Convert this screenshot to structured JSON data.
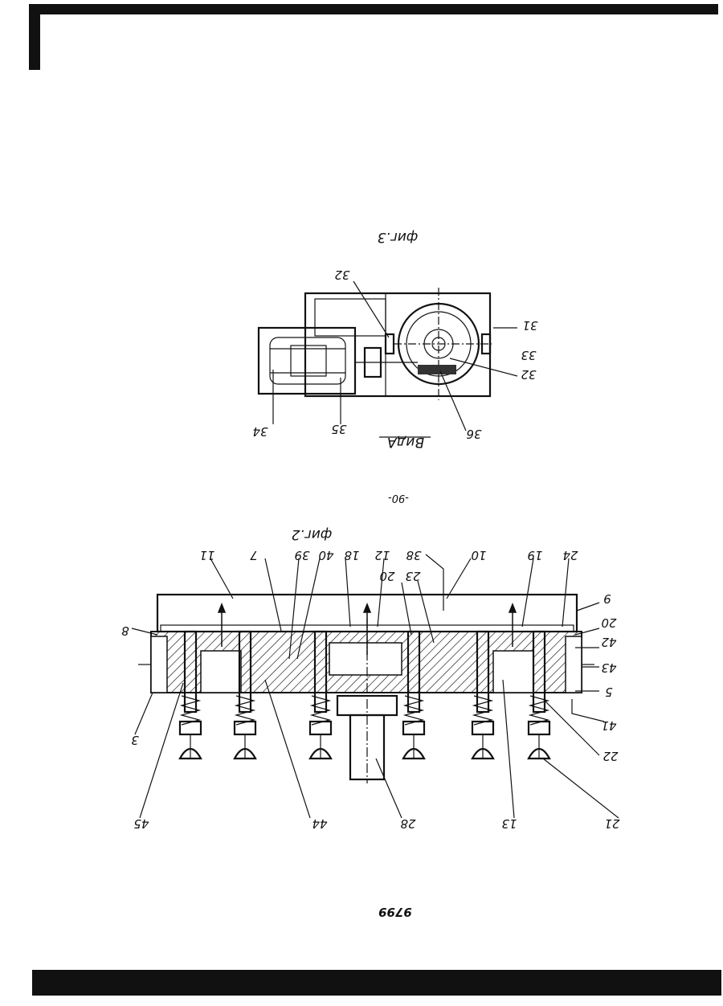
{
  "page": {
    "number": "9799",
    "dash_number": "-90-"
  },
  "figure3": {
    "caption": "фиг.3",
    "view_title": "ВидА",
    "labels": {
      "l32a": "32",
      "l31": "31",
      "l33": "33",
      "l32b": "32",
      "l34": "34",
      "l35": "35",
      "l36": "36"
    }
  },
  "figure2": {
    "caption": "фиг.2",
    "labels": {
      "l11": "11",
      "l7": "7",
      "l39": "39",
      "l40": "40",
      "l18": "18",
      "l12": "12",
      "l38": "38",
      "l10": "10",
      "l19": "19",
      "l24": "24",
      "l23": "23",
      "l20a": "20",
      "l9": "9",
      "l20b": "20",
      "l42": "42",
      "l43": "43",
      "l5": "5",
      "l41": "41",
      "l8": "8",
      "l3": "3",
      "l22": "22",
      "l21": "21",
      "l13": "13",
      "l28": "28",
      "l44": "44",
      "l45": "45"
    }
  },
  "colors": {
    "ink": "#111111",
    "paper": "#ffffff"
  }
}
